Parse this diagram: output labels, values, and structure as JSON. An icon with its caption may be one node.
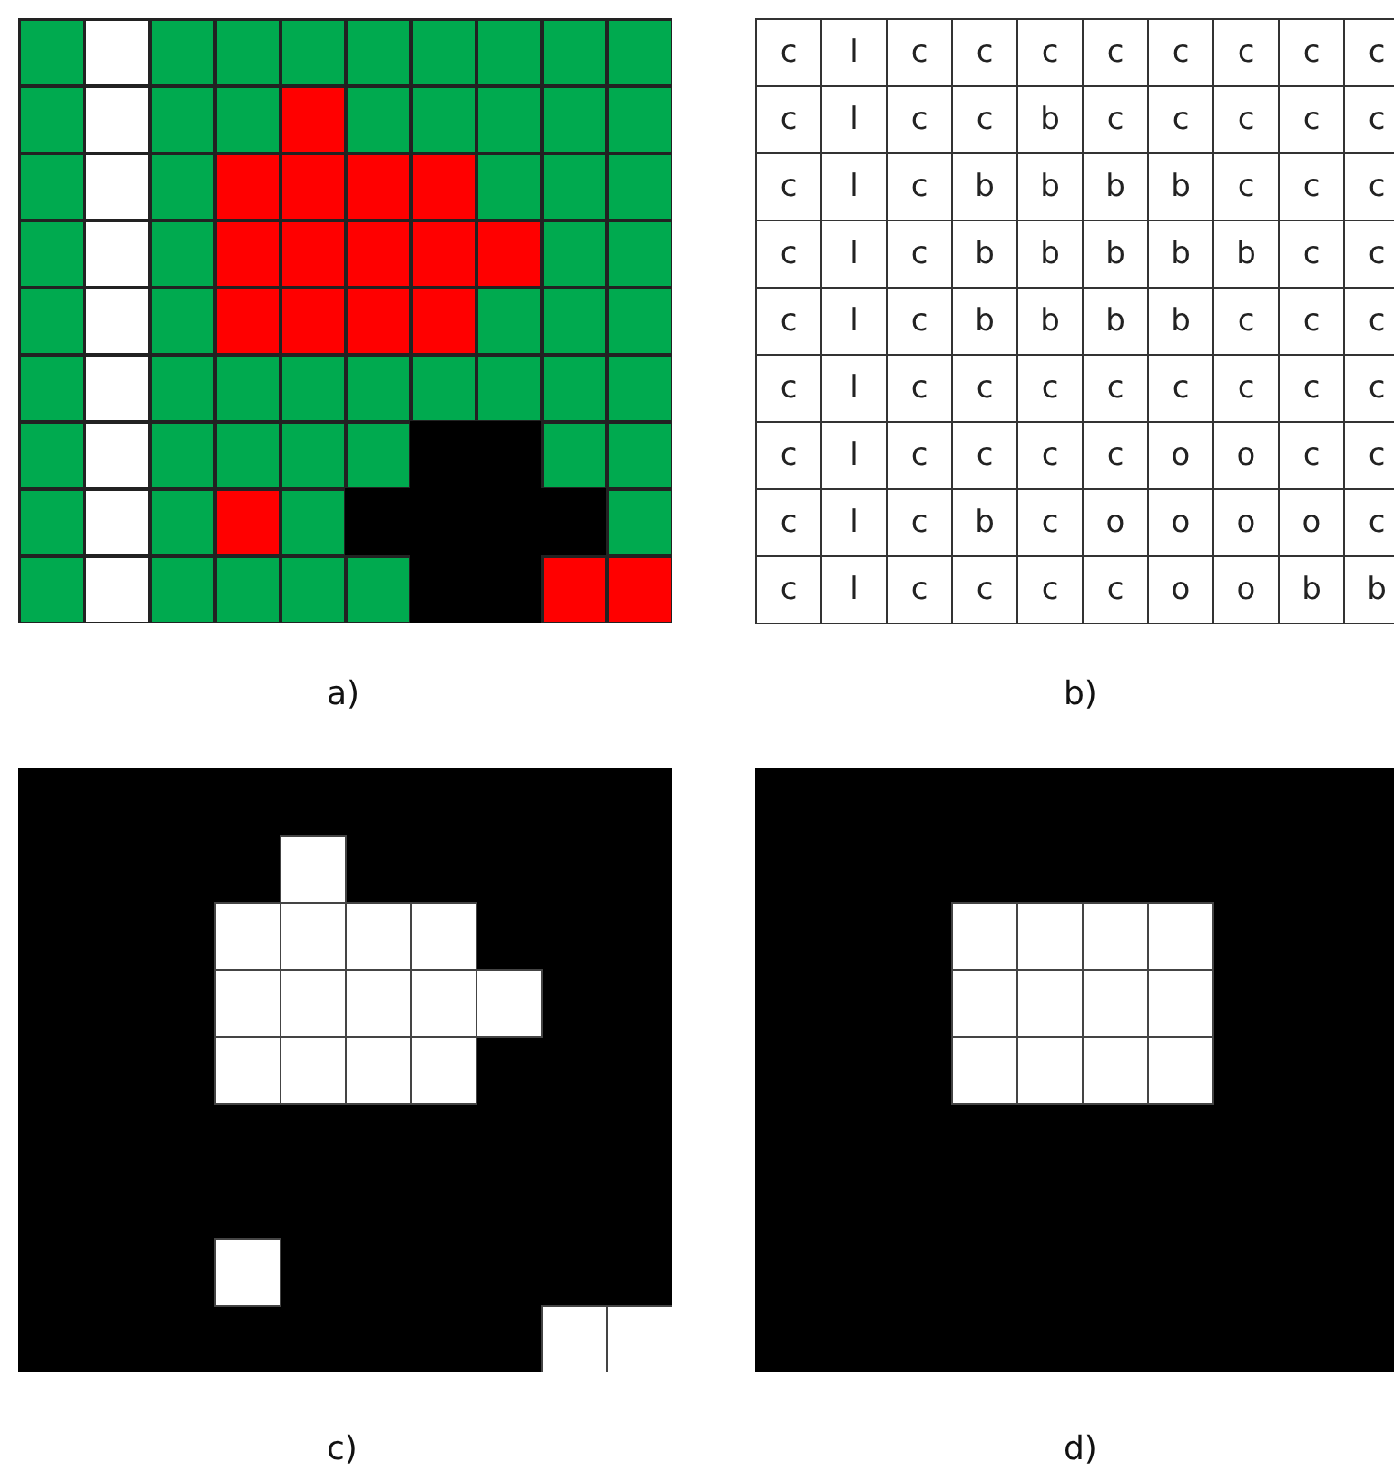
{
  "diagram": {
    "labels": [
      "c",
      "l",
      "c",
      "c",
      "c",
      "c",
      "c",
      "c",
      "c",
      "c",
      "c",
      "l",
      "c",
      "c",
      "b",
      "c",
      "c",
      "c",
      "c",
      "c",
      "c",
      "l",
      "c",
      "b",
      "b",
      "b",
      "b",
      "c",
      "c",
      "c",
      "c",
      "l",
      "c",
      "b",
      "b",
      "b",
      "b",
      "b",
      "c",
      "c",
      "c",
      "l",
      "c",
      "b",
      "b",
      "b",
      "b",
      "c",
      "c",
      "c",
      "c",
      "l",
      "c",
      "c",
      "c",
      "c",
      "c",
      "c",
      "c",
      "c",
      "c",
      "l",
      "c",
      "c",
      "c",
      "c",
      "o",
      "o",
      "c",
      "c",
      "c",
      "l",
      "c",
      "b",
      "c",
      "o",
      "o",
      "o",
      "o",
      "c",
      "c",
      "l",
      "c",
      "c",
      "c",
      "c",
      "o",
      "o",
      "b",
      "b",
      "a)",
      "b)",
      "c)",
      "d)"
    ]
  }
}
